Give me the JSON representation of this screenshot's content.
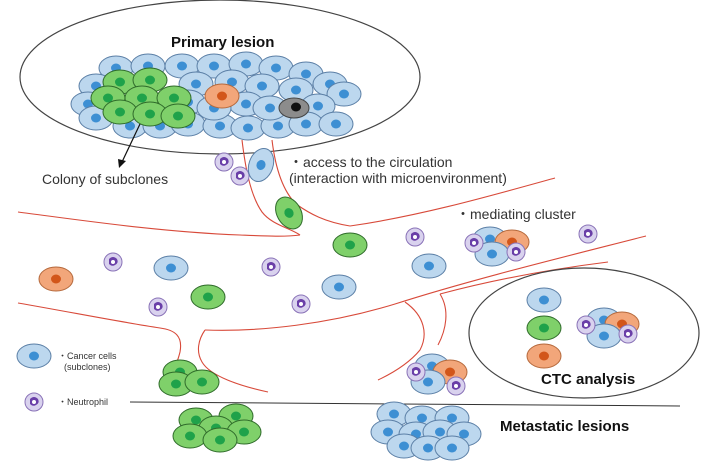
{
  "labels": {
    "primary_lesion": "Primary lesion",
    "colony": "Colony of subclones",
    "access_line1": "・access to the circulation",
    "access_line2": "(interaction with microenvironment)",
    "mediating_cluster": "・mediating cluster",
    "ctc_analysis": "CTC analysis",
    "metastatic_lesions": "Metastatic lesions"
  },
  "legend": {
    "cancer_cells_line1": "・Cancer cells",
    "cancer_cells_line2": "(subclones)",
    "neutrophil": "・Neutrophil"
  },
  "colors": {
    "cancer_blue_fill": "#bcd7ee",
    "cancer_blue_nucleus": "#3d8fd3",
    "green_fill": "#7fd06a",
    "green_nucleus": "#1fa24a",
    "orange_fill": "#f2a67a",
    "orange_nucleus": "#d2561a",
    "neutrophil_fill": "#d9d2ee",
    "neutrophil_nucleus": "#6a3fa8",
    "vessel": "#d84a3a"
  }
}
